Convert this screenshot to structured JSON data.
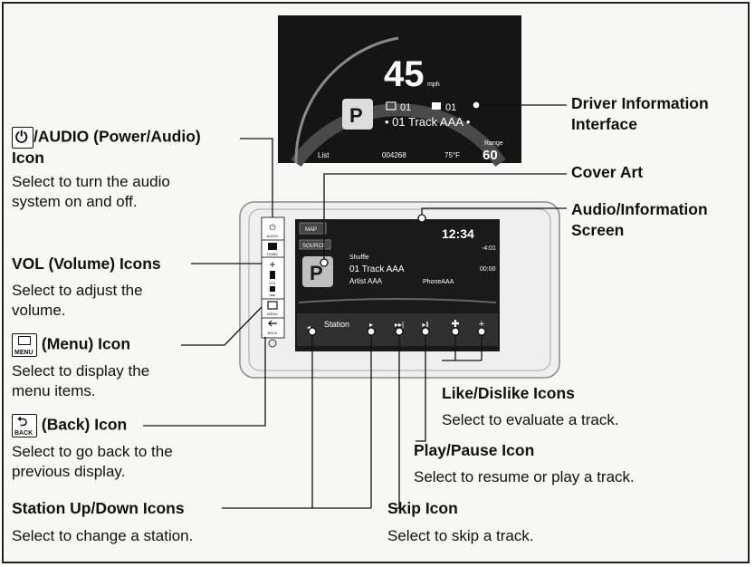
{
  "driver_display": {
    "speed": "45",
    "unit": "mph",
    "gear": "P",
    "disc": "01",
    "folder": "01",
    "track": "• 01 Track AAA •",
    "list": "List",
    "odometer": "004268",
    "temp": "75°F",
    "range_label": "Range",
    "range_value": "60"
  },
  "audio_screen": {
    "map_label": "MAP",
    "source_label": "SOURCE",
    "clock": "12:34",
    "shuffle": "Shuffle",
    "track": "01 Track AAA",
    "artist": "Artist AAA",
    "phone": "PhoneAAA",
    "elapsed": "00:00",
    "remain": "-4:01",
    "station": "Station",
    "cover_letter": "P",
    "side_audio": "AUDIO",
    "side_home": "HOME",
    "side_vol": "VOL",
    "side_menu": "MENU",
    "side_back": "BACK"
  },
  "labels": {
    "power_name": "/AUDIO (Power/Audio)",
    "power_name2": "Icon",
    "power_desc1": "Select to turn the audio",
    "power_desc2": "system on and off.",
    "vol_name": "VOL (Volume) Icons",
    "vol_desc1": "Select to adjust the",
    "vol_desc2": "volume.",
    "menu_name": "(Menu) Icon",
    "menu_desc1": "Select to display the",
    "menu_desc2": "menu items.",
    "menu_key": "MENU",
    "back_name": "(Back) Icon",
    "back_desc1": "Select to go back to the",
    "back_desc2": "previous display.",
    "back_key": "BACK",
    "station_name": "Station Up/Down Icons",
    "station_desc": "Select to change a station.",
    "skip_name": "Skip Icon",
    "skip_desc": "Select to skip a track.",
    "play_name": "Play/Pause Icon",
    "play_desc": "Select to resume or play a track.",
    "like_name": "Like/Dislike Icons",
    "like_desc": "Select to evaluate a track.",
    "dii_name1": "Driver Information",
    "dii_name2": "Interface",
    "cover_name": "Cover Art",
    "screen_name1": "Audio/Information",
    "screen_name2": "Screen"
  }
}
